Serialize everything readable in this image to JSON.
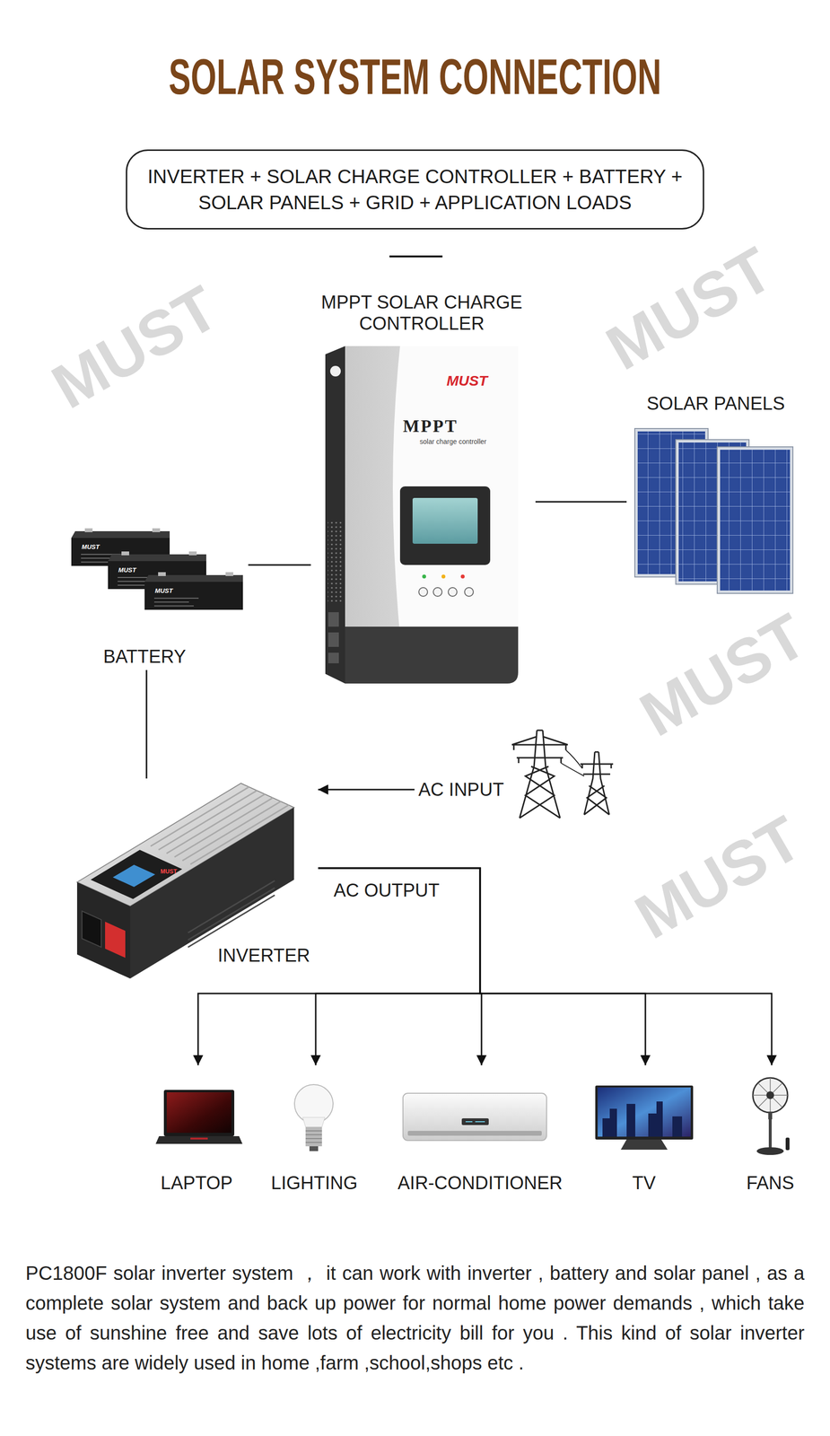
{
  "diagram": {
    "title": "SOLAR SYSTEM CONNECTION",
    "caption": "PC1800F solar inverter system ， it can work with inverter , battery and solar panel , as a complete solar system and back up power for normal home power demands , which take use of sunshine free and save lots of electricity bill for you . This kind of solar inverter systems are widely used in home ,farm ,school,shops etc .",
    "nodes": [
      {
        "text": [
          "INVERTER + SOLAR CHARGE CONTROLLER + BATTERY + SOLAR PANELS + GRID + APPLICATION LOADS"
        ]
      },
      {
        "text": [
          "MPPT SOLAR CHARGE CONTROLLER"
        ]
      },
      {
        "text": [
          "SOLAR PANELS"
        ]
      },
      {
        "text": [
          "BATTERY"
        ]
      },
      {
        "text": [
          "AC INPUT"
        ]
      },
      {
        "text": [
          "INVERTER"
        ]
      },
      {
        "text": [
          "LAPTOP"
        ]
      },
      {
        "text": [
          "LIGHTING"
        ]
      },
      {
        "text": [
          "AIR-CONDITIONER"
        ]
      },
      {
        "text": [
          "TV"
        ]
      },
      {
        "text": [
          "FANS"
        ]
      }
    ],
    "edges": [
      {
        "from": 1,
        "to": 2,
        "arrow": "none"
      },
      {
        "from": 3,
        "to": 1,
        "arrow": "none"
      },
      {
        "from": 3,
        "to": 5,
        "arrow": "none"
      },
      {
        "from": 4,
        "to": 5,
        "arrow": "to"
      },
      {
        "from": 5,
        "to": 6,
        "arrow": "to"
      },
      {
        "from": 5,
        "to": 7,
        "arrow": "to"
      },
      {
        "from": 5,
        "to": 8,
        "label": "AC OUTPUT",
        "arrow": "to"
      },
      {
        "from": 5,
        "to": 9,
        "arrow": "to"
      },
      {
        "from": 5,
        "to": 10,
        "arrow": "to"
      }
    ],
    "labels": [
      "MUST",
      "MPPT",
      "solar charge controller",
      "MUST",
      "MUST",
      "MUST",
      "MUST",
      "MUST",
      "MUST",
      "MUST",
      "MUST"
    ]
  }
}
